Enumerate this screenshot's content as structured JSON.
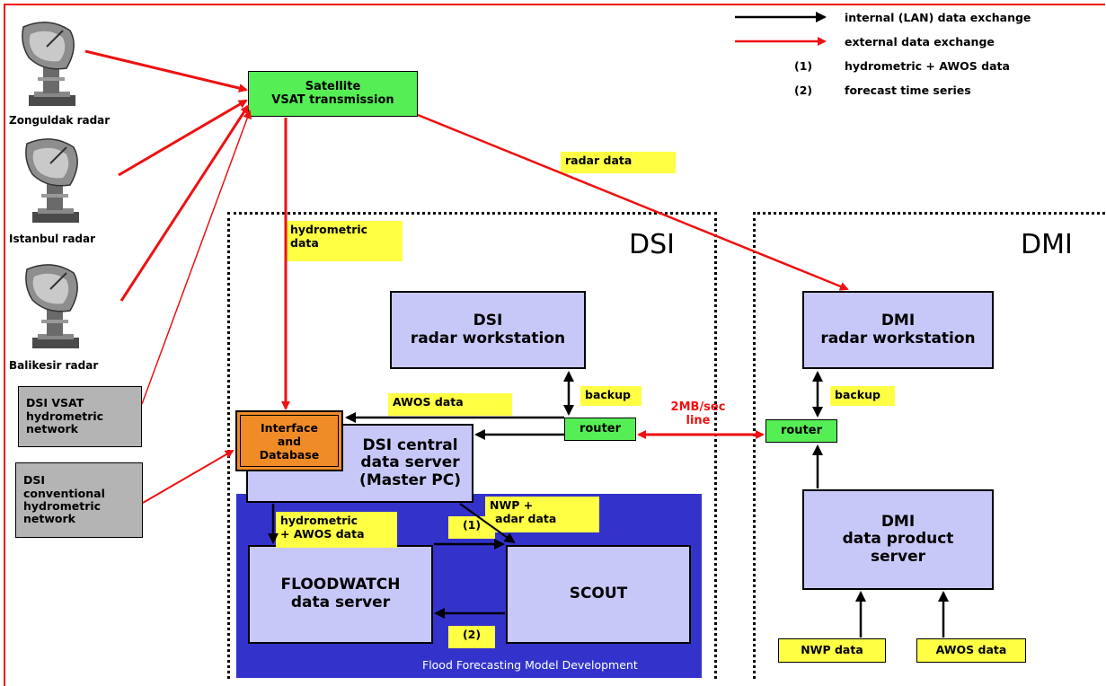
{
  "legend": {
    "internal": "internal (LAN) data exchange",
    "external": "external data exchange",
    "item1_num": "(1)",
    "item1_text": "hydrometric + AWOS data",
    "item2_num": "(2)",
    "item2_text": "forecast time series"
  },
  "radars": {
    "zonguldak": "Zonguldak radar",
    "istanbul": "Istanbul radar",
    "balikesir": "Balikesir radar"
  },
  "networks": {
    "vsat": "DSI VSAT\nhydrometric\nnetwork",
    "conventional": "DSI\nconventional\nhydrometric\nnetwork"
  },
  "satellite": "Satellite\nVSAT transmission",
  "regions": {
    "dsi": "DSI",
    "dmi": "DMI"
  },
  "labels": {
    "radar_data": "radar data",
    "hydrometric_data": "hydrometric\ndata",
    "awos_data": "AWOS data",
    "backup": "backup",
    "router": "router",
    "line": "2MB/sec\nline",
    "hydrometric_awos": "hydrometric\n+ AWOS data",
    "nwp_radar": "NWP +\nradar data",
    "one": "(1)",
    "two": "(2)",
    "nwp_data": "NWP data"
  },
  "boxes": {
    "dsi_ws": "DSI\nradar workstation",
    "dmi_ws": "DMI\nradar workstation",
    "interface": "Interface\nand\nDatabase",
    "central": "DSI central\ndata server\n(Master PC)",
    "floodwatch": "FLOODWATCH\ndata server",
    "scout": "SCOUT",
    "dmi_dps": "DMI\ndata product\nserver"
  },
  "flood_model": "Flood Forecasting Model Development",
  "colors": {
    "external": "#ee1111",
    "internal": "#000000",
    "server_fill": "#c8c8f8",
    "model_band": "#3333cc",
    "interface_fill": "#f08c28",
    "highlight": "#ffff44",
    "green": "#55ee55",
    "gray": "#b4b4b4"
  }
}
